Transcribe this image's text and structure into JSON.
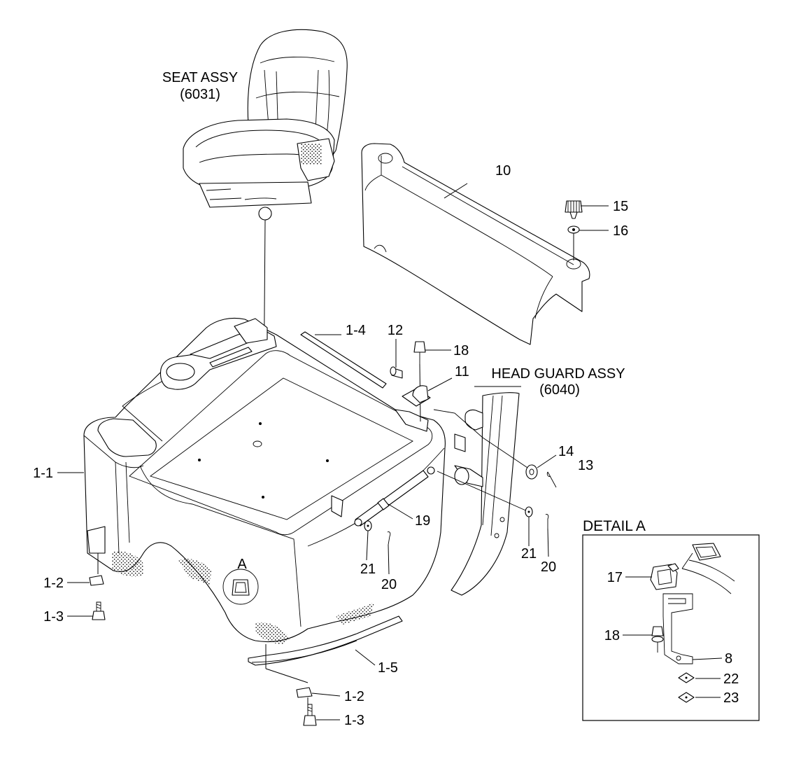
{
  "callouts": {
    "seat_assy": "SEAT ASSY",
    "seat_assy_ref": "(6031)",
    "head_guard_assy": "HEAD GUARD ASSY",
    "head_guard_ref": "(6040)",
    "detail_a": "DETAIL A",
    "view_marker": "A"
  },
  "part_labels": {
    "p1_1": "1-1",
    "p1_2a": "1-2",
    "p1_2b": "1-2",
    "p1_3a": "1-3",
    "p1_3b": "1-3",
    "p1_4": "1-4",
    "p1_5": "1-5",
    "p8": "8",
    "p10": "10",
    "p11": "11",
    "p12": "12",
    "p13": "13",
    "p14": "14",
    "p15": "15",
    "p16": "16",
    "p17": "17",
    "p18a": "18",
    "p18b": "18",
    "p19": "19",
    "p20a": "20",
    "p20b": "20",
    "p21a": "21",
    "p21b": "21",
    "p22": "22",
    "p23": "23"
  }
}
